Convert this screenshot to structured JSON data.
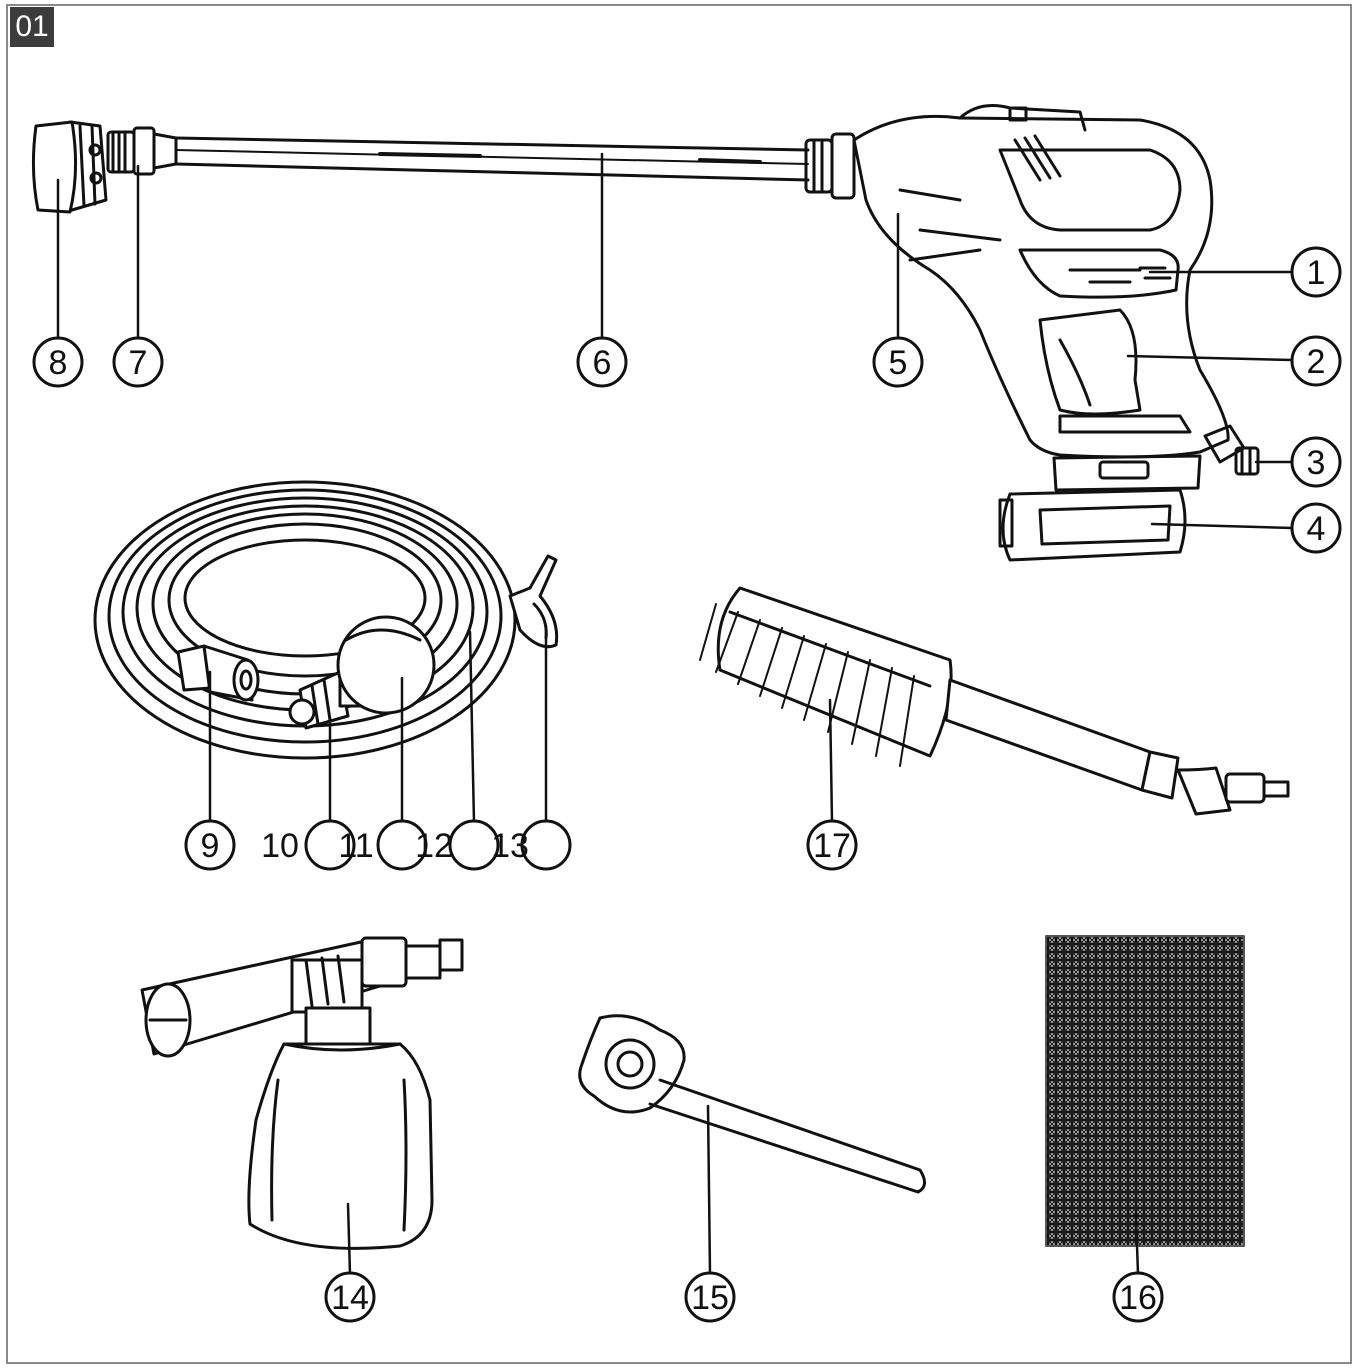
{
  "figure_number": "01",
  "callouts": {
    "c1": "1",
    "c2": "2",
    "c3": "3",
    "c4": "4",
    "c5": "5",
    "c6": "6",
    "c7": "7",
    "c8": "8",
    "c9": "9",
    "c10": "10",
    "c11": "11",
    "c12": "12",
    "c13": "13",
    "c14": "14",
    "c15": "15",
    "c16": "16",
    "c17": "17"
  },
  "colors": {
    "ink": "#111111",
    "frame": "#8a8a8a",
    "badge": "#3c3c3c"
  }
}
